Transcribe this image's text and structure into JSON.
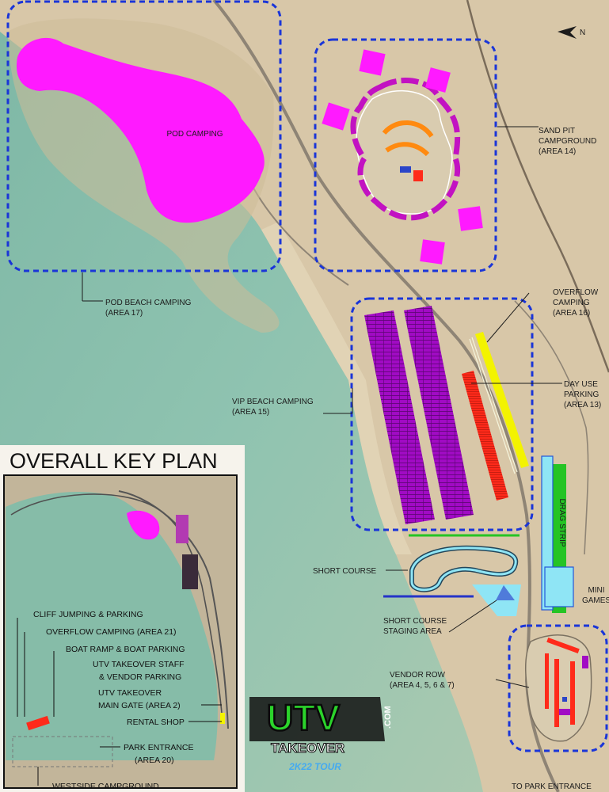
{
  "north_label": "N",
  "labels": {
    "pod_camping": "POD CAMPING",
    "sand_pit_1": "SAND PIT",
    "sand_pit_2": "CAMPGROUND",
    "sand_pit_3": "(AREA 14)",
    "pod_beach_1": "POD BEACH CAMPING",
    "pod_beach_2": "(AREA 17)",
    "overflow_1": "OVERFLOW",
    "overflow_2": "CAMPING",
    "overflow_3": "(AREA 16)",
    "vip_1": "VIP BEACH CAMPING",
    "vip_2": "(AREA 15)",
    "day_use_1": "DAY USE",
    "day_use_2": "PARKING",
    "day_use_3": "(AREA 13)",
    "drag_strip": "DRAG STRIP",
    "short_course": "SHORT COURSE",
    "mini_1": "MINI",
    "mini_2": "GAMES",
    "staging_1": "SHORT COURSE",
    "staging_2": "STAGING AREA",
    "vendor_1": "VENDOR ROW",
    "vendor_2": "(AREA 4, 5, 6 & 7)",
    "to_park_entrance": "TO PARK ENTRANCE"
  },
  "key_plan": {
    "title": "OVERALL KEY PLAN",
    "cliff": "CLIFF JUMPING & PARKING",
    "overflow21": "OVERFLOW CAMPING (AREA 21)",
    "boat": "BOAT RAMP & BOAT PARKING",
    "staff_1": "UTV TAKEOVER STAFF",
    "staff_2": "& VENDOR PARKING",
    "gate_1": "UTV TAKEOVER",
    "gate_2": "MAIN GATE (AREA 2)",
    "rental": "RENTAL SHOP",
    "park_1": "PARK ENTRANCE",
    "park_2": "(AREA 20)",
    "westside": "WESTSIDE CAMPGROUND"
  },
  "logo": {
    "main": "UTV",
    "sub": "TAKEOVER",
    "dotcom": ".COM",
    "tour": "2K22 TOUR"
  },
  "colors": {
    "magenta": "#ff1aff",
    "purple": "#a10bc4",
    "yellow": "#f3f300",
    "red": "#ff2a1a",
    "boundary": "#1a35d8",
    "green": "#25c425",
    "blue": "#3a78ff",
    "light_blue": "#8fe5f5",
    "orange": "#ff8a10"
  }
}
